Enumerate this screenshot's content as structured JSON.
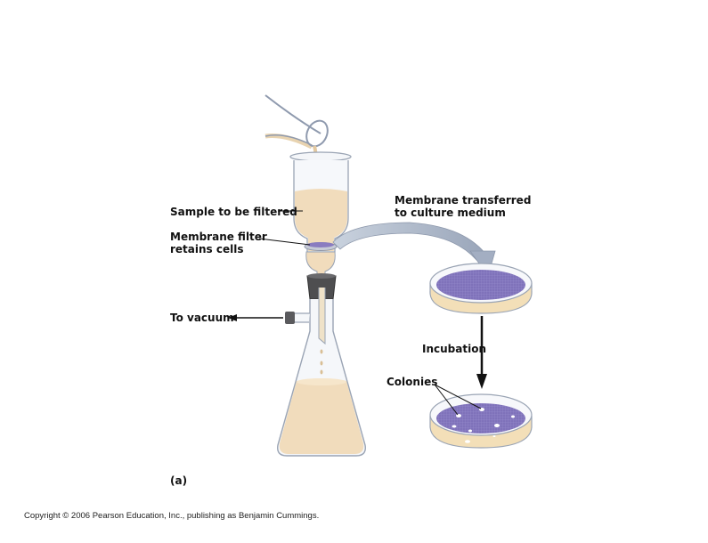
{
  "figure": {
    "panel_label": "(a)",
    "labels": {
      "sample": "Sample to be filtered",
      "membrane_filter_line1": "Membrane filter",
      "membrane_filter_line2": "retains cells",
      "vacuum": "To vacuum",
      "transferred_line1": "Membrane transferred",
      "transferred_line2": "to culture medium",
      "incubation": "Incubation",
      "colonies": "Colonies"
    },
    "copyright": "Copyright © 2006 Pearson Education, Inc., publishing as Benjamin Cummings."
  },
  "colors": {
    "sample_liquid": "#f1dcbc",
    "membrane": "#8a7cc0",
    "agar_plate": "#7d70b8",
    "stopper": "#4e4e50",
    "glass_outline": "#9aa4b4",
    "transfer_arrow": "#a9b4c6",
    "agar_base": "#f3dfb8"
  }
}
